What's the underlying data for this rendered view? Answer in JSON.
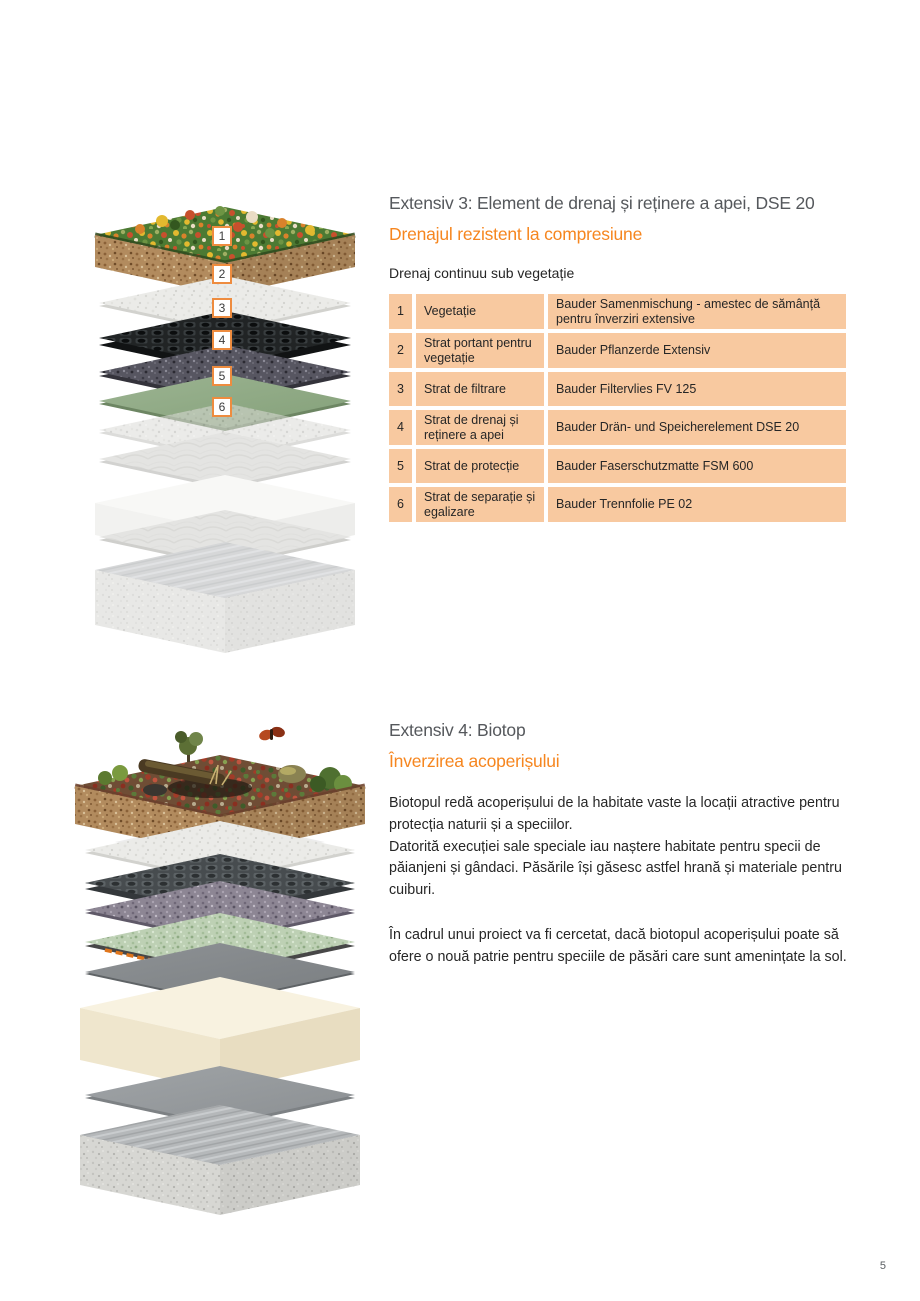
{
  "page": {
    "number": "5"
  },
  "colors": {
    "accent_orange": "#F6861F",
    "heading_gray": "#55585C",
    "table_cell_peach": "#F8C9A0",
    "label_border_orange": "#EE8C3F"
  },
  "section1": {
    "title": "Extensiv 3: Element de drenaj și reținere a apei, DSE 20",
    "subtitle": "Drenajul rezistent la compresiune",
    "intro": "Drenaj continuu sub vegetație",
    "diagram_labels": [
      "1",
      "2",
      "3",
      "4",
      "5",
      "6"
    ],
    "table": {
      "rows": [
        {
          "num": "1",
          "layer": "Vegetație",
          "product": "Bauder Samenmischung - amestec de sămânță pentru înverziri extensive"
        },
        {
          "num": "2",
          "layer": "Strat portant pentru vegetație",
          "product": "Bauder Pflanzerde Extensiv"
        },
        {
          "num": "3",
          "layer": "Strat de filtrare",
          "product": "Bauder Filtervlies FV 125"
        },
        {
          "num": "4",
          "layer": "Strat de drenaj și reținere a apei",
          "product": "Bauder Drän- und Speicherelement DSE 20"
        },
        {
          "num": "5",
          "layer": "Strat de protecție",
          "product": "Bauder Faserschutzmatte FSM 600"
        },
        {
          "num": "6",
          "layer": "Strat de separație și egalizare",
          "product": "Bauder Trennfolie PE 02"
        }
      ]
    }
  },
  "section2": {
    "title": "Extensiv 4: Biotop",
    "subtitle": "Înverzirea acoperișului",
    "paragraph1": "Biotopul redă acoperișului de la habitate vaste la locații atractive pentru protecția naturii și a speciilor.\nDatorită execuției sale speciale iau naștere habitate pentru specii de păianjeni și gândaci. Păsările își găsesc astfel hrană și materiale pentru cuiburi.",
    "paragraph2": "În cadrul unui proiect va fi cercetat, dacă biotopul acoperișului poate să ofere o nouă patrie pentru speciile de păsări care sunt amenințate la sol."
  }
}
